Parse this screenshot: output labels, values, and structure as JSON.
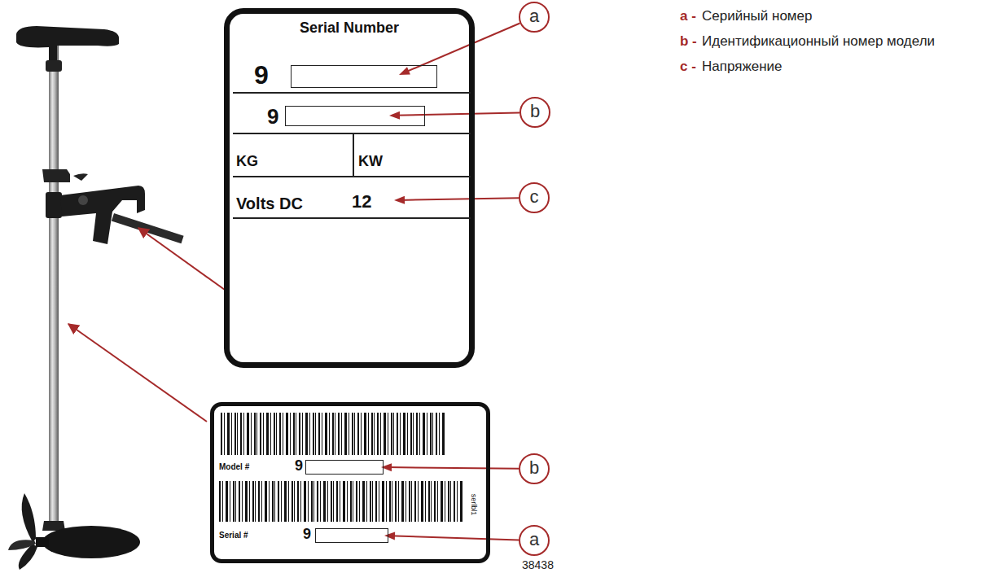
{
  "diagram": {
    "nodes": [
      {
        "text": [
          "Serial Number",
          "9",
          "9",
          "KG",
          "KW",
          "Volts DC",
          "12"
        ]
      },
      {
        "text": [
          "a"
        ]
      },
      {
        "text": [
          "b"
        ]
      },
      {
        "text": [
          "c"
        ]
      },
      {
        "text": [
          "Model #",
          "9",
          "Serial #",
          "9",
          "serlbl1"
        ]
      },
      {
        "text": [
          "b"
        ]
      },
      {
        "text": [
          "a"
        ]
      }
    ],
    "edges": [
      {
        "from": 1,
        "to": 0,
        "arrow": "to"
      },
      {
        "from": 2,
        "to": 0,
        "arrow": "to"
      },
      {
        "from": 3,
        "to": 0,
        "arrow": "to"
      },
      {
        "from": 5,
        "to": 4,
        "arrow": "to"
      },
      {
        "from": 6,
        "to": 4,
        "arrow": "to"
      }
    ],
    "labels": [
      "a -",
      "Серийный номер",
      "b -",
      "Идентификационный номер модели",
      "c -",
      "Напряжение",
      "38438"
    ]
  }
}
